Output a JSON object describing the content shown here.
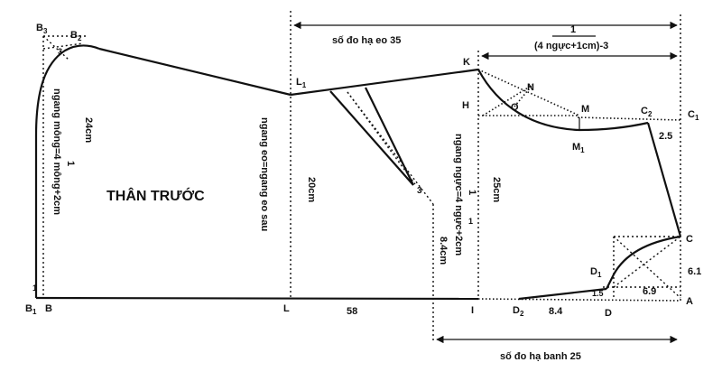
{
  "title": "THÂN TRƯỚC",
  "measures": {
    "ha_eo": "số đo hạ eo 35",
    "ha_banh": "số đo hạ banh 25",
    "formula_top_num": "1",
    "formula_top_den": "(4 ngực+1cm)-3",
    "m_24": "24cm",
    "m_mong_a": "ngang mông=",
    "m_mong_frac_n": "1",
    "m_mong_frac_d": "4",
    "m_mong_b": " mông+2cm",
    "m_eo": "ngang eo=ngang eo sau",
    "m_20": "20cm",
    "m_nguc_a": "ngang ngực=",
    "m_nguc_frac_n": "1",
    "m_nguc_frac_d": "4",
    "m_nguc_b": " ngực+2cm",
    "m_25": "25cm",
    "m_84v": "8.4cm",
    "m_58": "58",
    "m_84": "8.4",
    "m_69": "6.9",
    "m_61": "6.1",
    "m_25b": "2.5",
    "m_15": "1.5",
    "m_3a": "3",
    "m_3b": "3",
    "m_1a": "1",
    "m_1b": "1"
  },
  "points": {
    "B3": "B",
    "B3s": "3",
    "B2": "B",
    "B2s": "2",
    "B1": "B",
    "B1s": "1",
    "B": "B",
    "L1": "L",
    "L1s": "1",
    "L": "L",
    "K": "K",
    "H": "H",
    "N": "N",
    "O": "O",
    "M": "M",
    "M1": "M",
    "M1s": "1",
    "C2": "C",
    "C2s": "2",
    "C1": "C",
    "C1s": "1",
    "C": "C",
    "D1": "D",
    "D1s": "1",
    "D2": "D",
    "D2s": "2",
    "D": "D",
    "A": "A",
    "I": "I"
  }
}
